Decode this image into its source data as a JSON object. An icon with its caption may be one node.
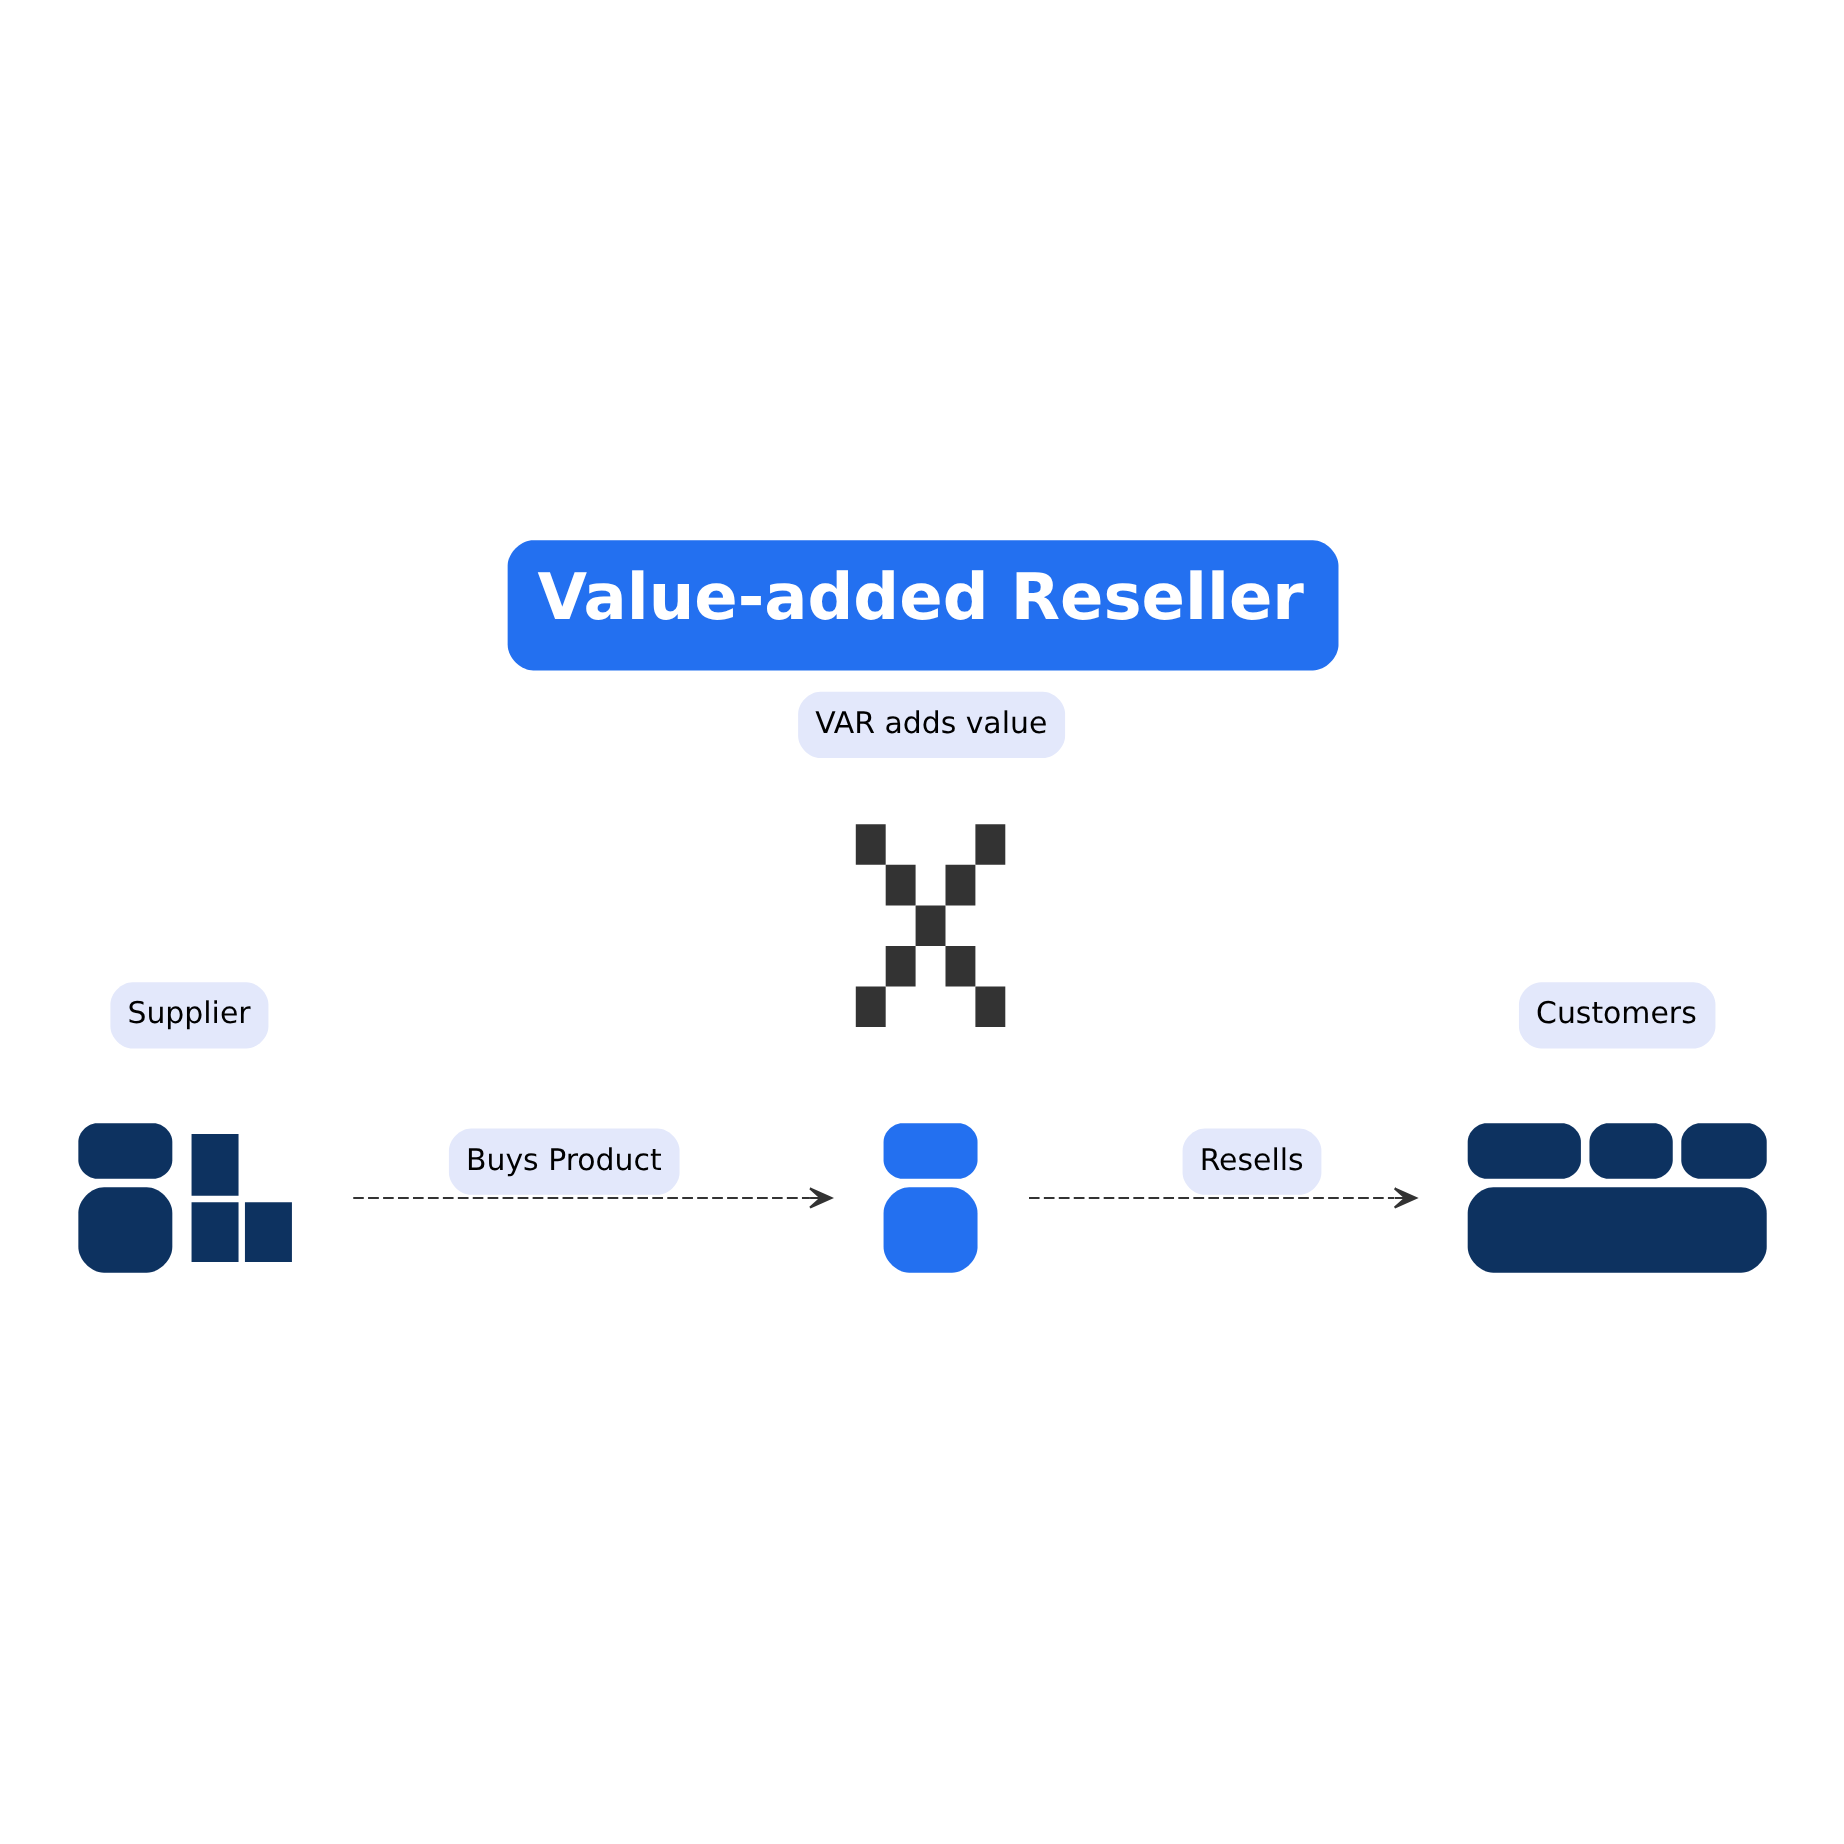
{
  "diagram": {
    "title": "Value-added Reseller",
    "nodes": [
      {
        "text": [],
        "shape": "person",
        "beside": [
          "Supplier"
        ]
      },
      {
        "text": [],
        "shape": "person"
      },
      {
        "text": [],
        "shape": "person",
        "beside": [
          "Customers"
        ]
      },
      {
        "text": [],
        "shape": "picture",
        "beside": [
          "VAR adds value"
        ]
      }
    ],
    "edges": [
      {
        "from": 0,
        "to": 1,
        "arrow": "to",
        "label": "Buys Product",
        "style": "dashed"
      },
      {
        "from": 1,
        "to": 2,
        "arrow": "to",
        "label": "Resells",
        "style": "dashed"
      }
    ]
  }
}
